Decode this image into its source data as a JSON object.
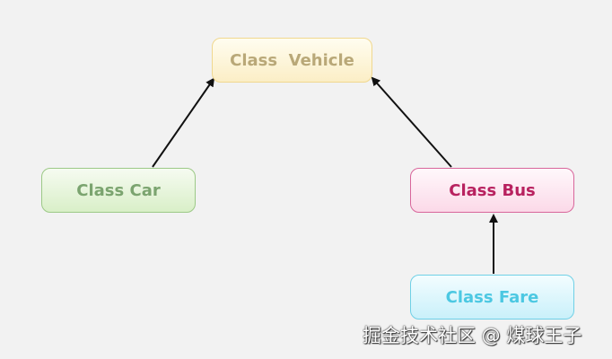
{
  "nodes": {
    "vehicle": {
      "label": "Class  Vehicle"
    },
    "car": {
      "label": "Class Car"
    },
    "bus": {
      "label": "Class Bus"
    },
    "fare": {
      "label": "Class Fare"
    }
  },
  "edges": [
    {
      "from": "car",
      "to": "vehicle"
    },
    {
      "from": "bus",
      "to": "vehicle"
    },
    {
      "from": "fare",
      "to": "bus"
    }
  ],
  "colors": {
    "background": "#f2f2f2",
    "arrow": "#111111",
    "vehicle_text": "#b9a878",
    "car_text": "#7ba46f",
    "bus_text": "#b8215f",
    "fare_text": "#4cc8e2"
  },
  "watermark": "掘金技术社区 @ 煤球王子"
}
